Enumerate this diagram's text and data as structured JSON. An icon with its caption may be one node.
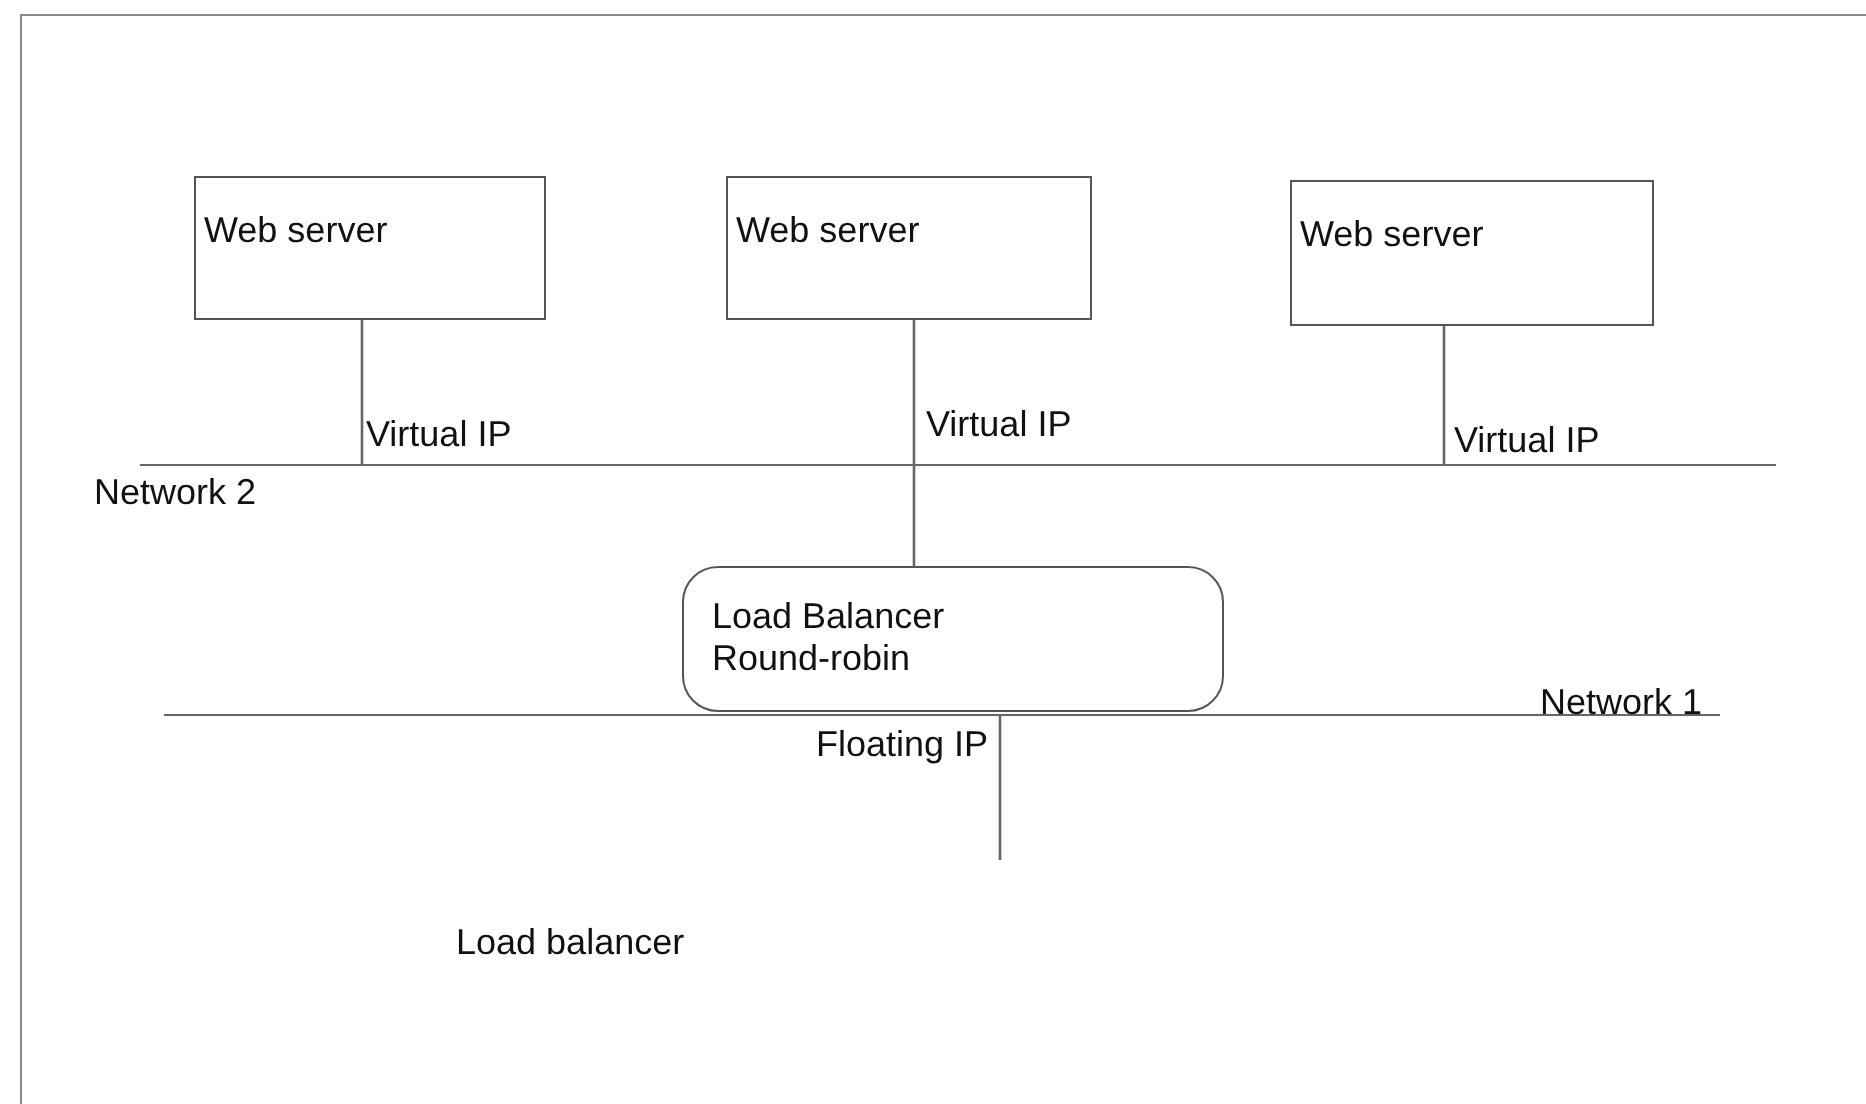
{
  "diagram": {
    "nodes": [
      {
        "text": [
          "Web server"
        ]
      },
      {
        "text": [
          "Web server"
        ]
      },
      {
        "text": [
          "Web server"
        ]
      },
      {
        "text": [],
        "shape": "bar",
        "beside": [
          "Network 2"
        ]
      },
      {
        "text": [
          "Load Balancer Round-robin"
        ]
      },
      {
        "text": [],
        "shape": "bar",
        "beside": [
          "Network 1"
        ]
      }
    ],
    "edges": [
      {
        "from": 0,
        "to": 3,
        "arrow": "none",
        "label": "Virtual IP"
      },
      {
        "from": 1,
        "to": 3,
        "arrow": "none",
        "label": "Virtual IP"
      },
      {
        "from": 2,
        "to": 3,
        "arrow": "none",
        "label": "Virtual IP"
      },
      {
        "from": 3,
        "to": 4,
        "arrow": "none"
      },
      {
        "from": 5,
        "to": null,
        "arrow": "none",
        "label": "Floating IP"
      }
    ],
    "labels": [
      "Load balancer"
    ]
  }
}
